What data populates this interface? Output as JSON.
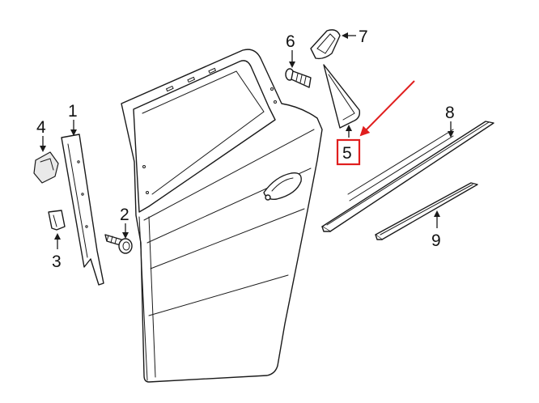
{
  "diagram": {
    "callouts": [
      {
        "id": "1",
        "label": "1"
      },
      {
        "id": "2",
        "label": "2"
      },
      {
        "id": "3",
        "label": "3"
      },
      {
        "id": "4",
        "label": "4"
      },
      {
        "id": "5",
        "label": "5",
        "highlighted": true
      },
      {
        "id": "6",
        "label": "6"
      },
      {
        "id": "7",
        "label": "7"
      },
      {
        "id": "8",
        "label": "8"
      },
      {
        "id": "9",
        "label": "9"
      }
    ],
    "colors": {
      "line": "#1a1a1a",
      "highlight": "#e01e1e",
      "background": "#ffffff"
    }
  }
}
